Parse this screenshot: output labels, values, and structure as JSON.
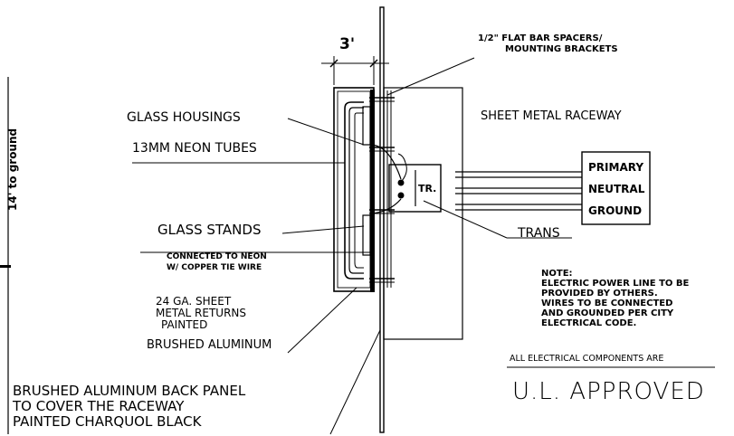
{
  "labels": {
    "dimension": "3'",
    "height_note": "14' to ground",
    "spacers_line1": "1/2\" FLAT BAR SPACERS/",
    "spacers_line2": "MOUNTING BRACKETS",
    "glass_housings": "GLASS HOUSINGS",
    "neon_tubes": "13MM NEON TUBES",
    "sheet_metal_raceway": "SHEET METAL RACEWAY",
    "primary": "PRIMARY",
    "neutral": "NEUTRAL",
    "ground": "GROUND",
    "transformer": "TR.",
    "trans": "TRANS",
    "glass_stands": "GLASS STANDS",
    "connected_line1": "CONNECTED TO NEON",
    "connected_line2": "W/ COPPER TIE WIRE",
    "returns_line1": "24 GA. SHEET",
    "returns_line2": "METAL RETURNS",
    "returns_line3": "PAINTED",
    "brushed_aluminum": "BRUSHED ALUMINUM",
    "back_panel_line1": "BRUSHED ALUMINUM BACK PANEL",
    "back_panel_line2": "TO COVER THE RACEWAY",
    "back_panel_line3": "PAINTED CHARQUOL BLACK"
  },
  "note": {
    "title": "NOTE:",
    "line1": "ELECTRIC POWER LINE TO BE",
    "line2": "PROVIDED BY OTHERS.",
    "line3": "WIRES TO BE CONNECTED",
    "line4": "AND GROUNDED PER CITY",
    "line5": "ELECTRICAL CODE."
  },
  "approval": {
    "line1": "ALL ELECTRICAL COMPONENTS ARE",
    "line2": "U.L. APPROVED"
  }
}
